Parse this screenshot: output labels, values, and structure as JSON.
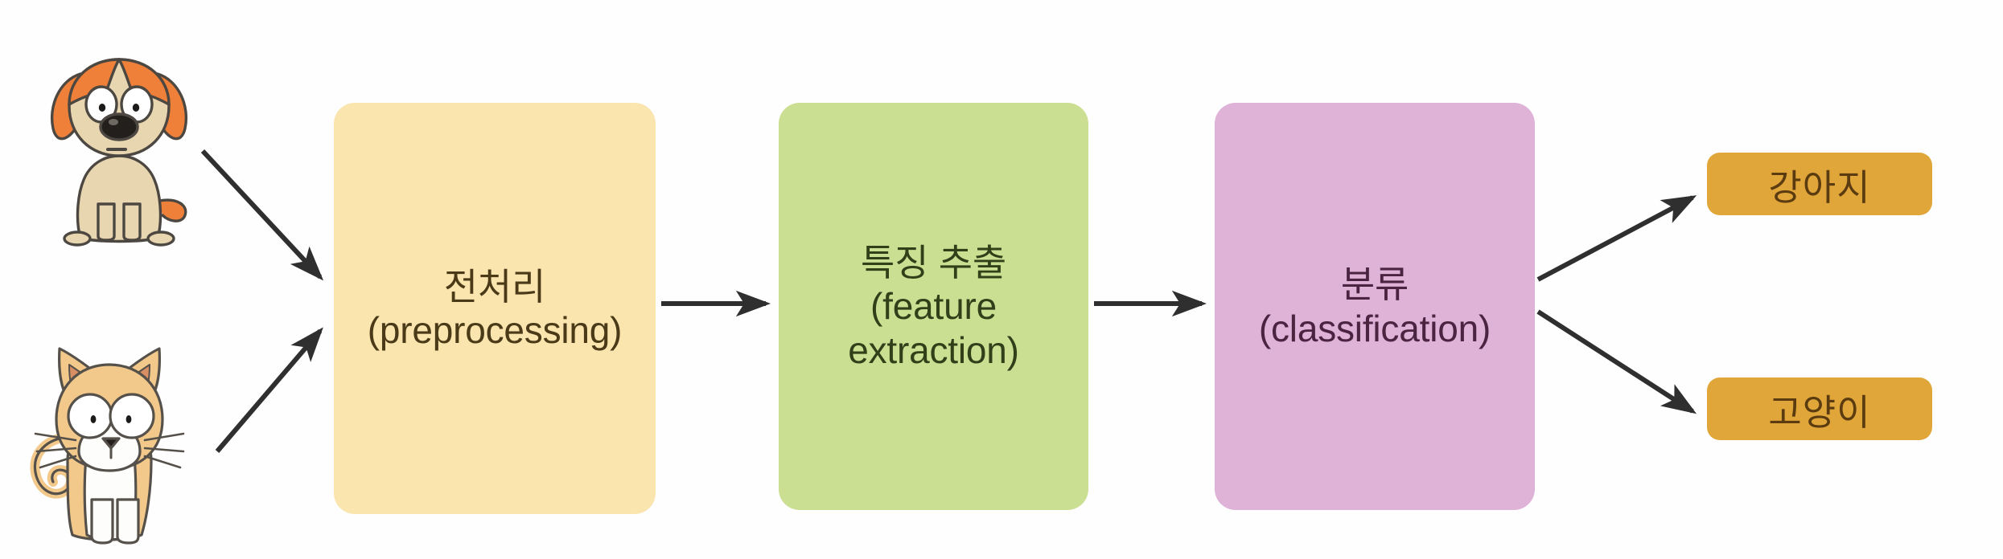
{
  "diagram": {
    "title": "Image classification pipeline",
    "background_color": "#fefefe",
    "stages": [
      {
        "id": "preprocessing",
        "label_ko": "전처리",
        "label_en": "(preprocessing)",
        "text": "전처리\n(preprocessing)",
        "fill": "#fae5af",
        "text_color": "#4a3a18"
      },
      {
        "id": "feature-extraction",
        "label_ko": "특징 추출",
        "label_en": "(feature extraction)",
        "text": "특징 추출\n(feature\nextraction)",
        "fill": "#cbdf93",
        "text_color": "#32401a"
      },
      {
        "id": "classification",
        "label_ko": "분류",
        "label_en": "(classification)",
        "text": "분류\n(classification)",
        "fill": "#dfb2d8",
        "text_color": "#4a2440"
      }
    ],
    "outputs": [
      {
        "id": "dog",
        "label": "강아지",
        "fill": "#e0a639",
        "text_color": "#5b3c10"
      },
      {
        "id": "cat",
        "label": "고양이",
        "fill": "#e0a639",
        "text_color": "#5b3c10"
      }
    ],
    "inputs": [
      {
        "id": "dog-image",
        "icon": "dog-illustration",
        "description": "cartoon dog"
      },
      {
        "id": "cat-image",
        "icon": "cat-illustration",
        "description": "cartoon cat"
      }
    ],
    "arrows": [
      {
        "id": "dog-to-preprocessing",
        "from": "dog-image",
        "to": "preprocessing",
        "style": "solid",
        "color": "#2f2f2f"
      },
      {
        "id": "cat-to-preprocessing",
        "from": "cat-image",
        "to": "preprocessing",
        "style": "solid",
        "color": "#2f2f2f"
      },
      {
        "id": "preprocessing-to-feature",
        "from": "preprocessing",
        "to": "feature-extraction",
        "style": "solid",
        "color": "#2f2f2f"
      },
      {
        "id": "feature-to-classification",
        "from": "feature-extraction",
        "to": "classification",
        "style": "solid",
        "color": "#2f2f2f"
      },
      {
        "id": "classification-to-dog",
        "from": "classification",
        "to": "dog",
        "style": "solid",
        "color": "#2f2f2f"
      },
      {
        "id": "classification-to-cat",
        "from": "classification",
        "to": "cat",
        "style": "solid",
        "color": "#2f2f2f"
      }
    ],
    "palette": {
      "dog_fur": "#e8d6b0",
      "dog_ear": "#ef8039",
      "cat_fur": "#f2c98b",
      "cat_white": "#fdfdfb",
      "outline": "#4c4741",
      "arrow": "#2f2f2f"
    }
  }
}
